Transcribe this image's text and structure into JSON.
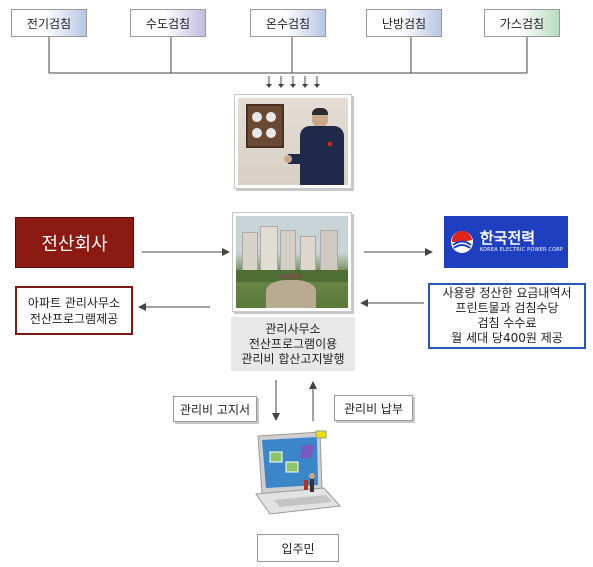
{
  "inspections": [
    "전기검침",
    "수도검침",
    "온수검침",
    "난방검침",
    "가스검침"
  ],
  "computing_company": "전산회사",
  "kepco": {
    "name": "한국전력",
    "english": "KOREA ELECTRIC POWER CORP"
  },
  "apartment_office": [
    "아파트 관리사무소",
    "전산프로그램제공"
  ],
  "kepco_note": [
    "사용량 정산한 요금내역서",
    "프린트물과 검침수당",
    "검침 수수료",
    "월 세대 당400원 제공"
  ],
  "center_caption": [
    "관리사무소",
    "전산프로그램이용",
    "관리비 합산고지발행"
  ],
  "bill_notice": "관리비 고지서",
  "bill_payment": "관리비 납부",
  "resident": "입주민"
}
